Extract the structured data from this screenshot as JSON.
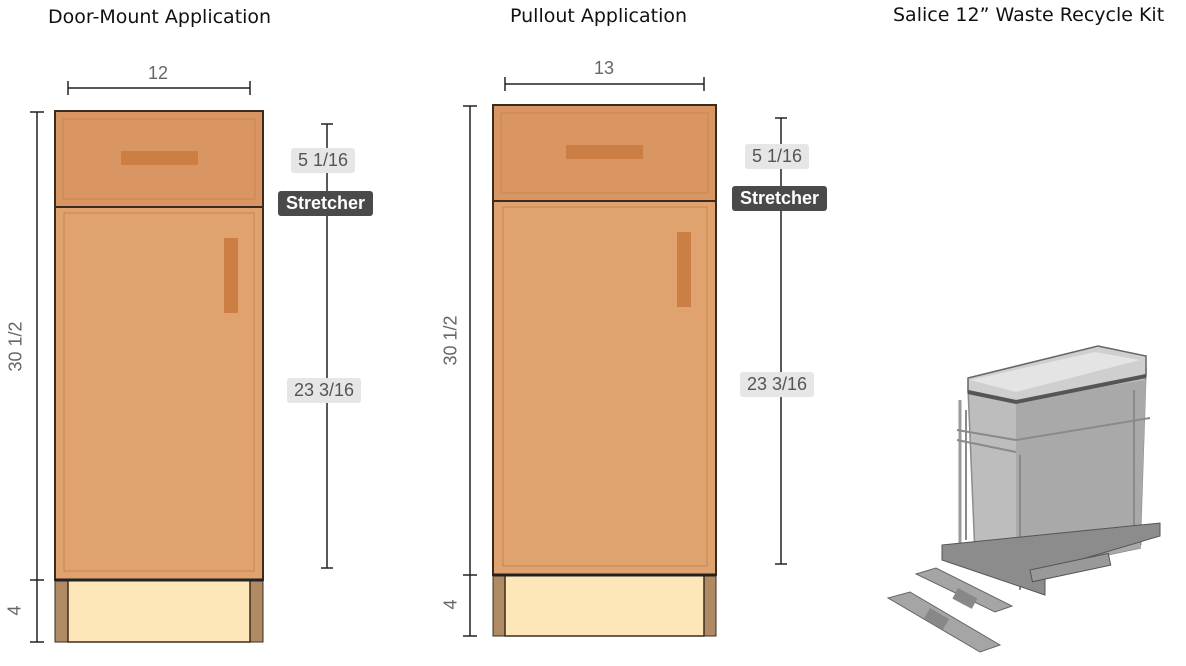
{
  "titles": {
    "door_mount": "Door-Mount Application",
    "pullout": "Pullout Application",
    "kit": "Salice 12” Waste Recycle Kit"
  },
  "door_mount": {
    "width": "12",
    "height": "30 1/2",
    "toe_kick": "4",
    "drawer_opening": "5 1/16",
    "stretcher": "Stretcher",
    "door_opening": "23 3/16"
  },
  "pullout": {
    "width": "13",
    "height": "30 1/2",
    "toe_kick": "4",
    "drawer_opening": "5 1/16",
    "stretcher": "Stretcher",
    "door_opening": "23 3/16"
  },
  "colors": {
    "cabinet_face": "#e0a26e",
    "drawer_face": "#d99662",
    "handle": "#cc7f45",
    "toe_kick": "#fde6b8",
    "cabinet_side": "#b08a63",
    "bin": "#b5b5b5"
  }
}
